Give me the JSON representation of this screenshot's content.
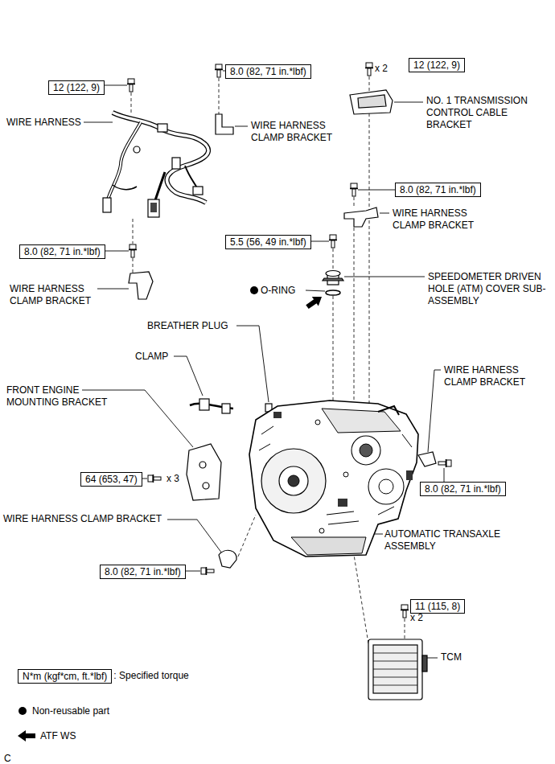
{
  "diagram": {
    "nodes": [
      {
        "text": [
          "12 (122, 9)"
        ]
      },
      {
        "text": [
          "8.0 (82, 71 in.*lbf)"
        ]
      },
      {
        "text": [
          "12 (122, 9)"
        ]
      },
      {
        "text": [
          "8.0 (82, 71 in.*lbf)"
        ]
      },
      {
        "text": [
          "5.5 (56, 49 in.*lbf)"
        ]
      },
      {
        "text": [
          "8.0 (82, 71 in.*lbf)"
        ]
      },
      {
        "text": [
          "64 (653, 47)"
        ]
      },
      {
        "text": [
          "8.0 (82, 71 in.*lbf)"
        ]
      },
      {
        "text": [
          "8.0 (82, 71 in.*lbf)"
        ]
      },
      {
        "text": [
          "11 (115, 8)"
        ]
      },
      {
        "text": [
          "N*m (kgf*cm, ft.*lbf)"
        ]
      }
    ],
    "labels": [
      "WIRE HARNESS",
      "WIRE HARNESS CLAMP BRACKET",
      "x 2",
      "NO. 1 TRANSMISSION CONTROL CABLE BRACKET",
      "WIRE HARNESS CLAMP BRACKET",
      "SPEEDOMETER DRIVEN HOLE (ATM) COVER SUB-ASSEMBLY",
      "WIRE HARNESS CLAMP BRACKET",
      "O-RING",
      "BREATHER PLUG",
      "CLAMP",
      "WIRE HARNESS CLAMP BRACKET",
      "FRONT ENGINE MOUNTING BRACKET",
      "x 3",
      "WIRE HARNESS CLAMP BRACKET",
      "AUTOMATIC TRANSAXLE ASSEMBLY",
      "x 2",
      "TCM",
      "C"
    ],
    "legend": [
      {
        "text": ": Specified torque"
      },
      {
        "text": "Non-reusable part"
      },
      {
        "text": "ATF WS"
      }
    ]
  }
}
